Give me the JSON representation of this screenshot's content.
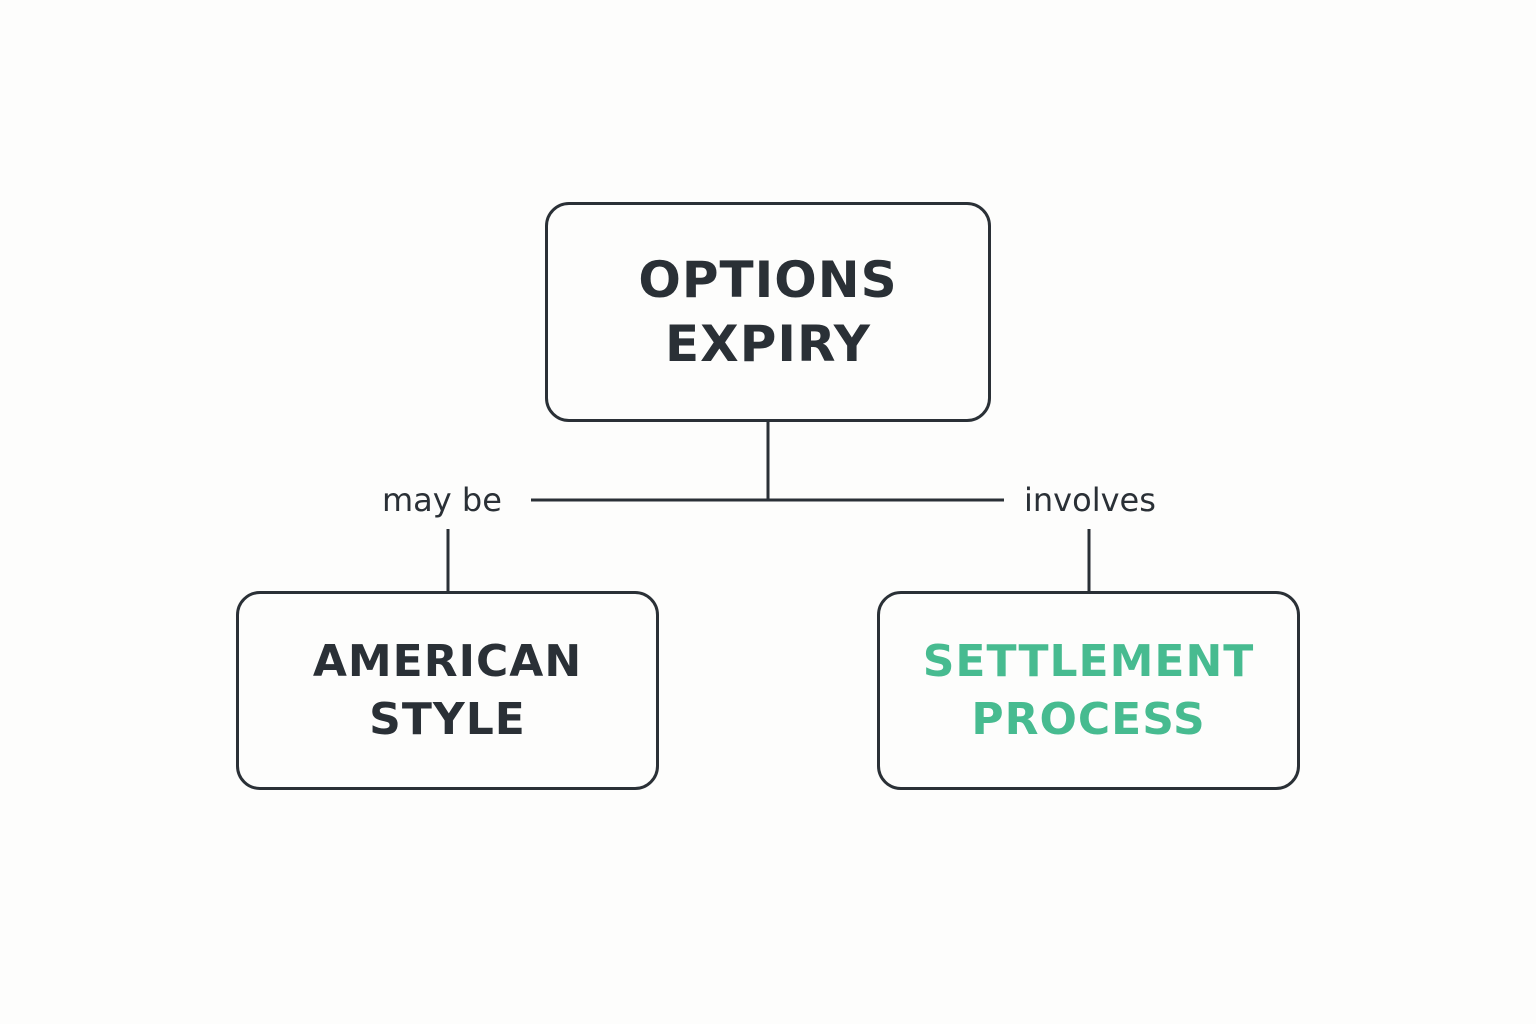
{
  "nodes": {
    "root": {
      "lines": [
        "OPTIONS",
        "EXPIRY"
      ]
    },
    "left": {
      "lines": [
        "AMERICAN",
        "STYLE"
      ]
    },
    "right": {
      "lines": [
        "SETTLEMENT",
        "PROCESS"
      ]
    }
  },
  "edges": {
    "left_label": "may be",
    "right_label": "involves"
  },
  "colors": {
    "dark_text": "#2a3036",
    "accent_text": "#47bb90",
    "line": "#2a3036",
    "background": "#fdfdfc"
  }
}
